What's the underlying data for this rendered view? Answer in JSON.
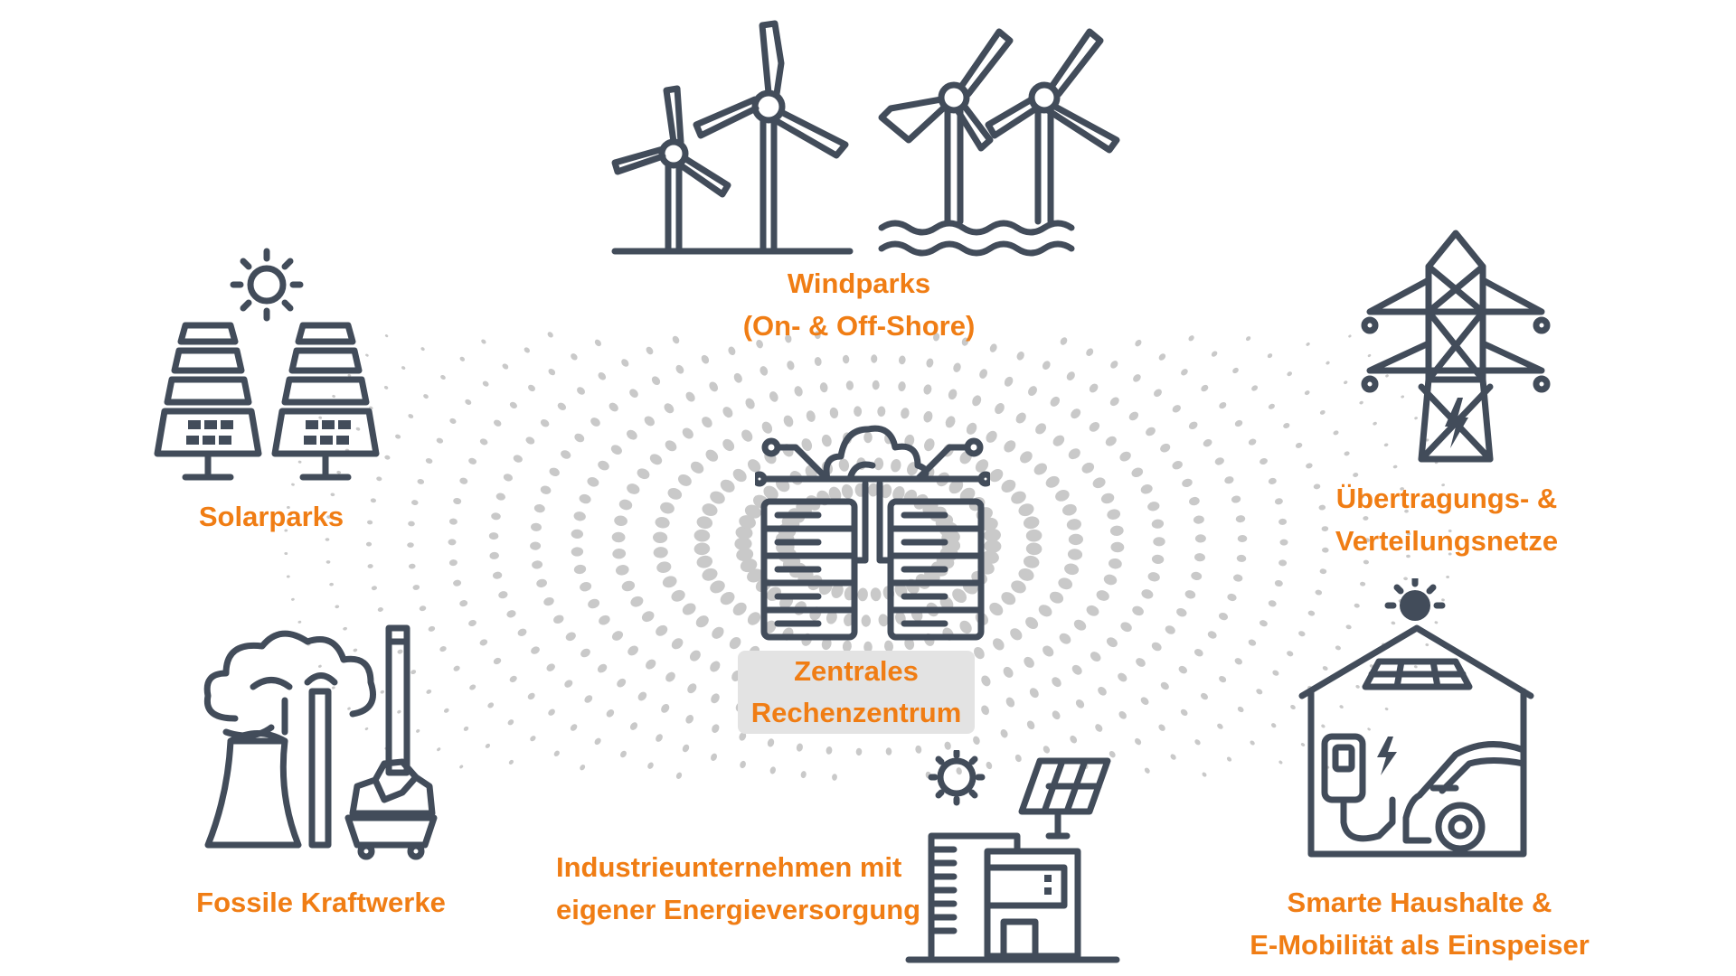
{
  "colors": {
    "icon": "#424C5A",
    "label": "#F07D14",
    "dots": "#c9c9c9",
    "center_box": "#e3e3e3"
  },
  "nodes": {
    "wind": {
      "icon": "wind-turbines-icon",
      "lines": [
        "Windparks",
        "(On- & Off-Shore)"
      ]
    },
    "solar": {
      "icon": "solar-panels-icon",
      "lines": [
        "Solarparks"
      ]
    },
    "grid": {
      "icon": "power-pylon-icon",
      "lines": [
        "Übertragungs- &",
        "Verteilungsnetze"
      ]
    },
    "center": {
      "icon": "data-center-cloud-icon",
      "lines": [
        "Zentrales",
        "Rechenzentrum"
      ]
    },
    "fossil": {
      "icon": "cooling-tower-coal-icon",
      "lines": [
        "Fossile Kraftwerke"
      ]
    },
    "industry": {
      "icon": "factory-solar-icon",
      "lines": [
        "Industrieunternehmen mit",
        "eigener Energieversorgung"
      ]
    },
    "home": {
      "icon": "smart-home-ev-icon",
      "lines": [
        "Smarte Haushalte &",
        "E-Mobilität als Einspeiser"
      ]
    }
  }
}
